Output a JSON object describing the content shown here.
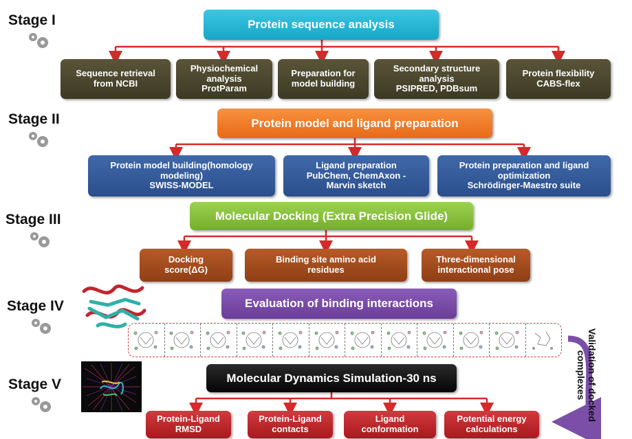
{
  "stages": [
    "Stage I",
    "Stage II",
    "Stage III",
    "Stage IV",
    "Stage V"
  ],
  "stage1": {
    "header": "Protein sequence analysis",
    "steps": [
      "Sequence retrieval\nfrom NCBI",
      "Physiochemical\nanalysis\nProtParam",
      "Preparation for\nmodel building",
      "Secondary structure\nanalysis\nPSIPRED, PDBsum",
      "Protein flexibility\nCABS-flex"
    ]
  },
  "stage2": {
    "header": "Protein model and ligand preparation",
    "steps": [
      "Protein model building(homology\nmodeling)\nSWISS-MODEL",
      "Ligand preparation\nPubChem, ChemAxon -\nMarvin sketch",
      "Protein preparation and ligand\noptimization\nSchrödinger-Maestro suite"
    ]
  },
  "stage3": {
    "header": "Molecular Docking (Extra Precision Glide)",
    "steps": [
      "Docking\nscore(ΔG)",
      "Binding site amino acid\nresidues",
      "Three-dimensional\ninteractional pose"
    ]
  },
  "stage4": {
    "header": "Evaluation of binding interactions"
  },
  "stage5": {
    "header": "Molecular Dynamics Simulation-30 ns",
    "steps": [
      "Protein-Ligand\nRMSD",
      "Protein-Ligand\ncontacts",
      "Ligand\nconformation",
      "Potential energy\ncalculations"
    ]
  },
  "side_label": "Validation of docked\ncomplexes",
  "colors": {
    "cyan": "#1fb7d6",
    "orange": "#f07a24",
    "green": "#8cc63f",
    "purple": "#7b4fa8",
    "black": "#111111",
    "connector": "#d32a2a"
  }
}
